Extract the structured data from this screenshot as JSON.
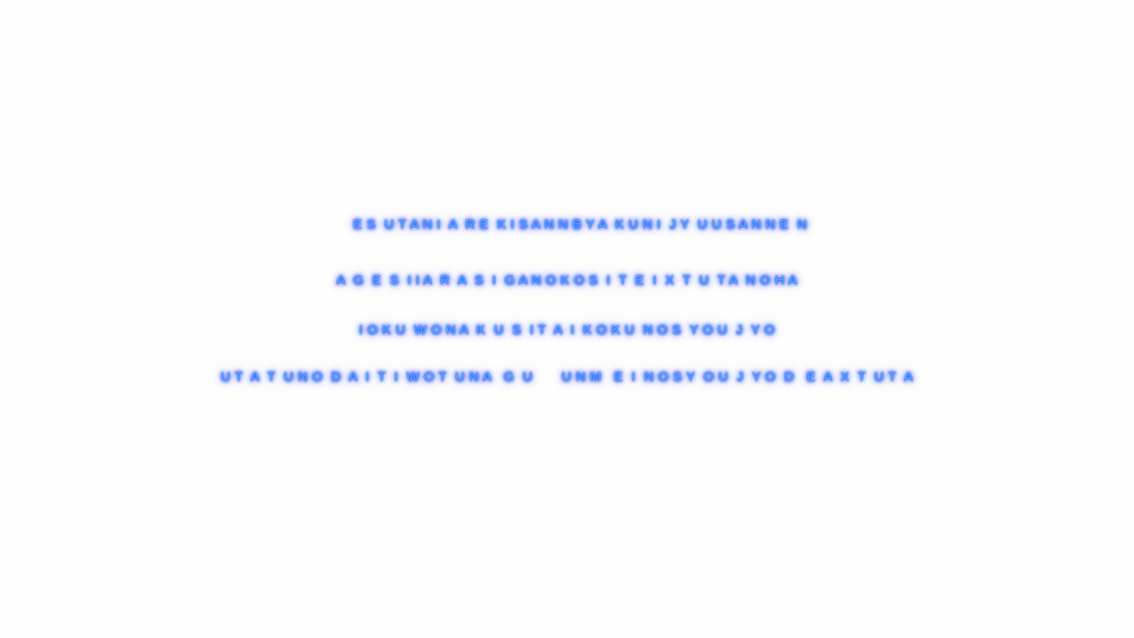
{
  "lines": [
    "E S  U T A N I  A  R E  K I S A N N B Y A  K U N I  J Y  U U S A N N E  N",
    "A  G  E  S  I I A  R  A  S  I  G A N O K O S  I  T  E  I  X  T  U  T A  N O H A",
    "I O K U  W O N A  K  U  S  I T  A  I  K O K U  N O S  Y O U  J  Y O",
    "U T  A  T  U N O  D  A  I  T  I  W O T  U N A   G  U       U N M   E  I  N O S Y  O U  J  Y O  D   E  A  X  T  U T  A"
  ],
  "colors": {
    "text": "#3fb4ff",
    "glow": "#1d3dff",
    "background": "#fefefe"
  }
}
